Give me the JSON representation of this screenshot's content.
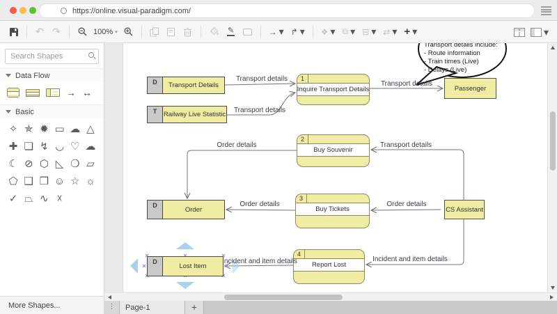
{
  "browser": {
    "url": "https://online.visual-paradigm.com/",
    "traffic_lights": {
      "close": "#F45C52",
      "minimize": "#F6BE4F",
      "zoom": "#54C32F"
    }
  },
  "toolbar": {
    "zoom_level": "100%"
  },
  "icons": {
    "caret": "▾",
    "undo": "↶",
    "redo": "↷",
    "pen": "✎",
    "arrow_right": "→",
    "arrow_both": "↔",
    "elbow": "↱",
    "nodes": "❖",
    "bring_front": "⧉",
    "align": "⊟",
    "swap": "⇄",
    "plus": "+",
    "kebab": "⋮"
  },
  "sidebar": {
    "search_placeholder": "Search Shapes",
    "sections": [
      {
        "label": "Data Flow"
      },
      {
        "label": "Basic"
      }
    ],
    "data_flow_shapes": [
      "process",
      "data-store",
      "external-entity",
      "data-flow",
      "bidirectional-data-flow"
    ],
    "basic_shapes": [
      {
        "name": "four-point-star",
        "glyph": "✧"
      },
      {
        "name": "seven-point-star",
        "glyph": "✯"
      },
      {
        "name": "burst",
        "glyph": "✹"
      },
      {
        "name": "banner",
        "glyph": "▭"
      },
      {
        "name": "cloud",
        "glyph": "☁"
      },
      {
        "name": "cone",
        "glyph": "△"
      },
      {
        "name": "cross",
        "glyph": "✚"
      },
      {
        "name": "document",
        "glyph": "❏"
      },
      {
        "name": "lightning",
        "glyph": "↯"
      },
      {
        "name": "chord",
        "glyph": "◡"
      },
      {
        "name": "heart",
        "glyph": "♡"
      },
      {
        "name": "cloud-callout",
        "glyph": "☁"
      },
      {
        "name": "moon",
        "glyph": "☾"
      },
      {
        "name": "prohibited",
        "glyph": "⊘"
      },
      {
        "name": "polygon",
        "glyph": "⬡"
      },
      {
        "name": "right-triangle",
        "glyph": "◺"
      },
      {
        "name": "oval-callout",
        "glyph": "❍"
      },
      {
        "name": "parallelogram",
        "glyph": "▱"
      },
      {
        "name": "pentagon",
        "glyph": "⬠"
      },
      {
        "name": "rect-callout",
        "glyph": "❑"
      },
      {
        "name": "rect-callout-2",
        "glyph": "❒"
      },
      {
        "name": "smiley",
        "glyph": "☺"
      },
      {
        "name": "star",
        "glyph": "☆"
      },
      {
        "name": "sun",
        "glyph": "☼"
      },
      {
        "name": "check",
        "glyph": "✓"
      },
      {
        "name": "trapezoid",
        "glyph": "⏢"
      },
      {
        "name": "wave",
        "glyph": "∿"
      },
      {
        "name": "x-shape",
        "glyph": "☓"
      }
    ],
    "more_shapes": "More Shapes..."
  },
  "canvas": {
    "callout": {
      "lines": [
        "Transport details include:",
        "- Route information",
        "- Train times (Live)",
        "- Delays (Live)"
      ]
    },
    "stores": [
      {
        "tag": "D",
        "name": "Transport Details"
      },
      {
        "tag": "T",
        "name": "Railway Live Statistic"
      },
      {
        "tag": "D",
        "name": "Order"
      },
      {
        "tag": "D",
        "name": "Lost Item"
      }
    ],
    "processes": [
      {
        "num": "1",
        "name": "Inquire Transport Details"
      },
      {
        "num": "2",
        "name": "Buy Souvenir"
      },
      {
        "num": "3",
        "name": "Buy Tickets"
      },
      {
        "num": "4",
        "name": "Report Lost"
      }
    ],
    "entities": [
      {
        "name": "Passenger"
      },
      {
        "name": "CS Assistant"
      }
    ],
    "flows": [
      {
        "label": "Transport details"
      },
      {
        "label": "Transport details"
      },
      {
        "label": "Transport details"
      },
      {
        "label": "Transport details"
      },
      {
        "label": "Order details"
      },
      {
        "label": "Order details"
      },
      {
        "label": "Order details"
      },
      {
        "label": "Incident and item details"
      },
      {
        "label": "Incident and item details"
      }
    ]
  },
  "statusbar": {
    "page_tab": "Page-1"
  },
  "colors": {
    "shape_fill": "#F0ECA4",
    "store_cell": "#C9C9C9",
    "line": "#737373",
    "selection_blue": "#A8D2F2",
    "handle_purple": "#8F86E0"
  }
}
